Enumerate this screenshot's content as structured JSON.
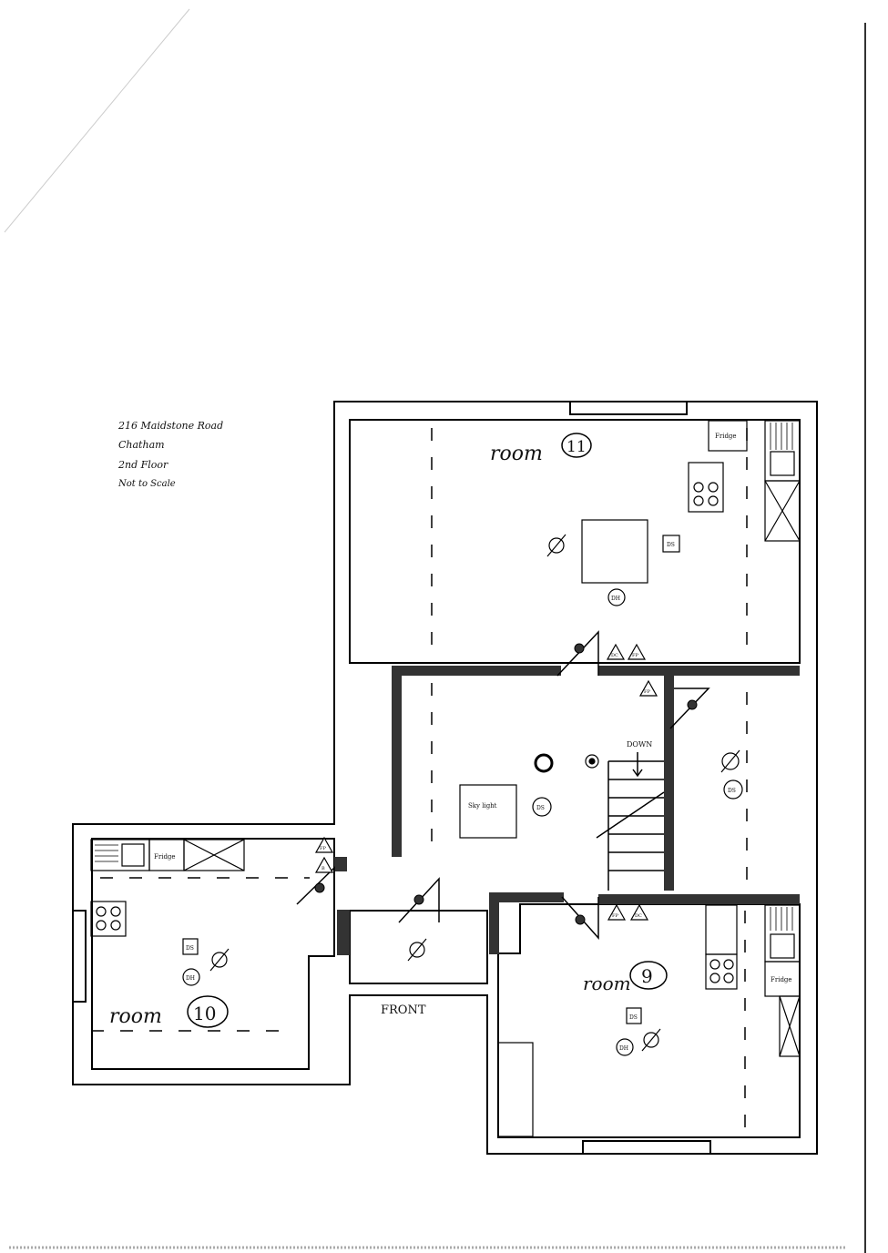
{
  "notes": {
    "address": "216 Maidstone Road",
    "town": "Chatham",
    "floor": "2nd Floor",
    "scale": "Not to Scale"
  },
  "rooms": {
    "room11": {
      "word": "room",
      "number": "11"
    },
    "room10": {
      "word": "room",
      "number": "10"
    },
    "room9": {
      "word": "room",
      "number": "9"
    }
  },
  "labels": {
    "front": "FRONT",
    "down": "DOWN",
    "skylight": "Sky light",
    "fridge": "Fridge",
    "ds": "DS",
    "dh": "DH",
    "door_closer": "DC",
    "fire_panel": "FP",
    "bell": "B",
    "blank_symbol": "Ø"
  }
}
